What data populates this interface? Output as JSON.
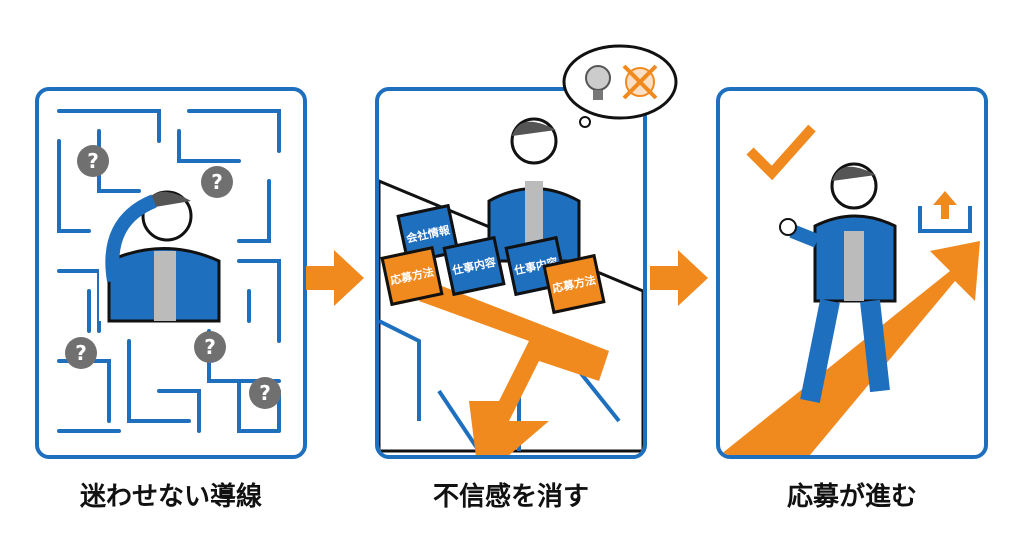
{
  "steps": [
    {
      "caption": "迷わせない導線",
      "marks": [
        "?",
        "?",
        "?",
        "?",
        "?"
      ]
    },
    {
      "caption": "不信感を消す",
      "cards": [
        {
          "label": "会社情報",
          "color": "#1f6fbf"
        },
        {
          "label": "応募方法",
          "color": "#f08a1f"
        },
        {
          "label": "仕事内容",
          "color": "#1f6fbf"
        },
        {
          "label": "仕事内容",
          "color": "#1f6fbf"
        },
        {
          "label": "応募方法",
          "color": "#f08a1f"
        }
      ]
    },
    {
      "caption": "応募が進む"
    }
  ],
  "colors": {
    "blue": "#1f6fbf",
    "orange": "#f08a1f"
  }
}
